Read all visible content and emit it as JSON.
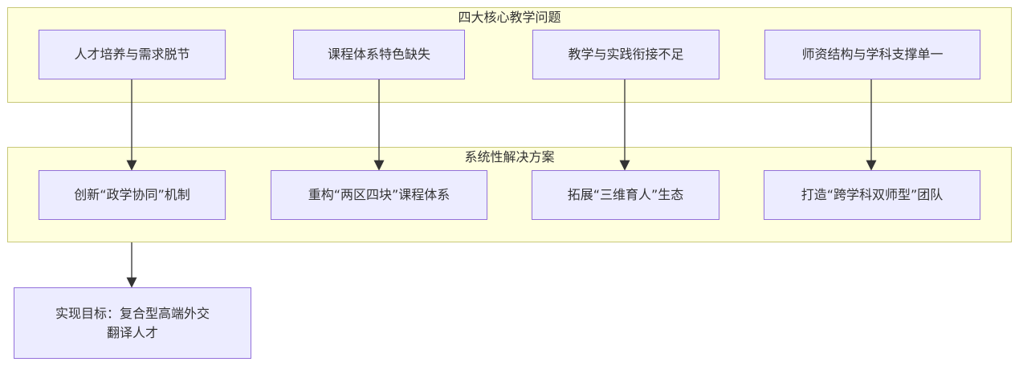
{
  "problems": {
    "title": "四大核心教学问题",
    "items": [
      "人才培养与需求脱节",
      "课程体系特色缺失",
      "教学与实践衔接不足",
      "师资结构与学科支撑单一"
    ]
  },
  "solutions": {
    "title": "系统性解决方案",
    "items": [
      "创新“政学协同”机制",
      "重构“两区四块”课程体系",
      "拓展“三维育人”生态",
      "打造“跨学科双师型”团队"
    ]
  },
  "goal": {
    "line1": "实现目标：复合型高端外交",
    "line2": "翻译人才"
  }
}
